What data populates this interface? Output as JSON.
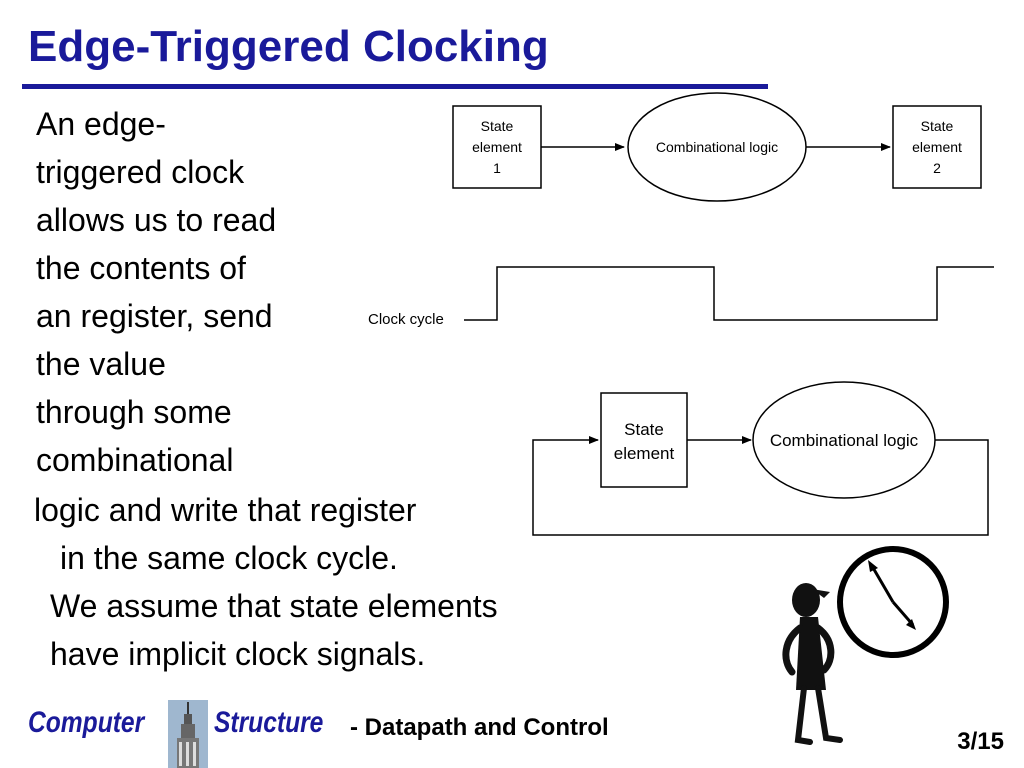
{
  "slide": {
    "title": "Edge-Triggered Clocking",
    "body_lines": [
      "An edge-",
      "triggered clock",
      "allows us to read",
      "the contents of",
      "an register, send",
      "the value",
      "through some",
      "combinational"
    ],
    "body_continuation": [
      "logic and write that register",
      "in the same clock cycle.",
      "We assume that state elements",
      "have implicit clock signals."
    ]
  },
  "diagram_top": {
    "state1": [
      "State",
      "element",
      "1"
    ],
    "logic": "Combinational logic",
    "state2": [
      "State",
      "element",
      "2"
    ]
  },
  "clock": {
    "label": "Clock cycle"
  },
  "diagram_bottom": {
    "state": [
      "State",
      "element"
    ],
    "logic": "Combinational logic"
  },
  "footer": {
    "brand_left": "Computer",
    "brand_right": "Structure",
    "subtitle": "- Datapath and Control",
    "page": "3/15"
  },
  "colors": {
    "title_blue": "#1a1a9a",
    "text": "#000000"
  }
}
